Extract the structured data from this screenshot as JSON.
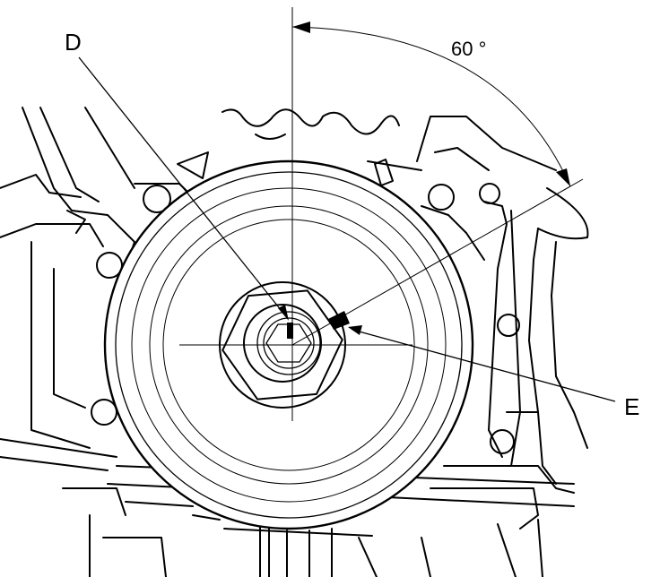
{
  "labels": {
    "d": "D",
    "e": "E",
    "angle": "60 °"
  }
}
